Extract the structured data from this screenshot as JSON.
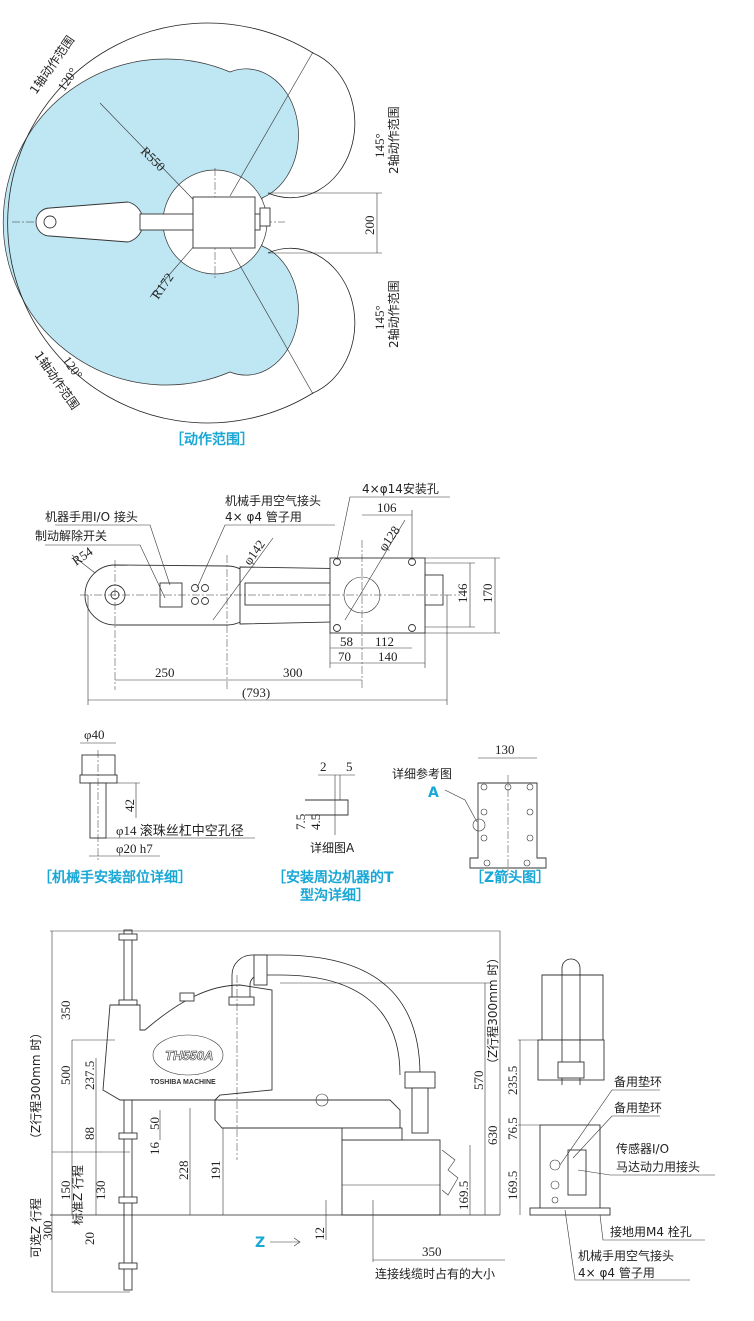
{
  "colors": {
    "work_area": "#bfe6f3",
    "caption": "#19a7d6",
    "line": "#222222"
  },
  "range_view": {
    "caption": "［动作范围］",
    "axis1_label_top": "1轴动作范围",
    "axis1_angle_top": "120°",
    "axis1_label_bottom": "1轴动作范围",
    "axis1_angle_bottom": "120°",
    "axis2_label_top": "2轴动作范围",
    "axis2_angle_top": "145°",
    "axis2_label_bottom": "2轴动作范围",
    "axis2_angle_bottom": "145°",
    "r_outer": "R550",
    "r_inner": "R172",
    "gap": "200"
  },
  "top_view": {
    "io_connector": "机器手用I/O 接头",
    "brake_switch": "制动解除开关",
    "air_joint_line1": "机械手用空气接头",
    "air_joint_line2": "4× φ4 管子用",
    "mount_holes": "4×φ14安装孔",
    "r54": "R54",
    "d142": "φ142",
    "d128": "φ128",
    "dim_106": "106",
    "dim_146": "146",
    "dim_170": "170",
    "dim_58": "58",
    "dim_112": "112",
    "dim_70": "70",
    "dim_140": "140",
    "dim_250": "250",
    "dim_300": "300",
    "dim_793": "(793)"
  },
  "details": {
    "mount_caption": "［机械手安装部位详细］",
    "d40": "φ40",
    "dim_42": "42",
    "d14": "φ14 滚珠丝杠中空孔径",
    "d20": "φ20 h7",
    "tslot_caption_line1": "［安装周边机器的T",
    "tslot_caption_line2": "型沟详细］",
    "dim_2": "2",
    "dim_5": "5",
    "dim_7_5": "7.5",
    "dim_4_5": "4.5",
    "detail_a": "详细图A",
    "z_caption": "［Z箭头图］",
    "dim_130": "130",
    "ref_label": "详细参考图",
    "ref_letter": "A"
  },
  "side_view": {
    "model": "TH550A",
    "brand": "TOSHIBA MACHINE",
    "z300_left": "（Z行程300mm 时）",
    "dim_500": "500",
    "dim_350": "350",
    "dim_237_5": "237.5",
    "dim_88": "88",
    "dim_50": "50",
    "dim_16": "16",
    "dim_228": "228",
    "dim_191": "191",
    "optional_stroke": "可选Z 行程",
    "dim_300": "300",
    "dim_150": "150",
    "std_stroke": "标准Z 行程",
    "dim_130": "130",
    "dim_20": "20",
    "dim_12": "12",
    "z_arrow": "Z",
    "dim_169_5": "169.5",
    "dim_570": "570",
    "z300_right": "（Z行程300mm 时）",
    "dim_630": "630",
    "dim_350_cable": "350",
    "cable_space": "连接线缆时占有的大小"
  },
  "rear_view": {
    "dim_235_5": "235.5",
    "dim_76_5": "76.5",
    "dim_169_5": "169.5",
    "spare_ring1": "备用垫环",
    "spare_ring2": "备用垫环",
    "sensor_io": "传感器I/O",
    "motor_power": "马达动力用接头",
    "ground_hole": "接地用M4 栓孔",
    "air_joint_line1": "机械手用空气接头",
    "air_joint_line2": "4× φ4 管子用"
  }
}
